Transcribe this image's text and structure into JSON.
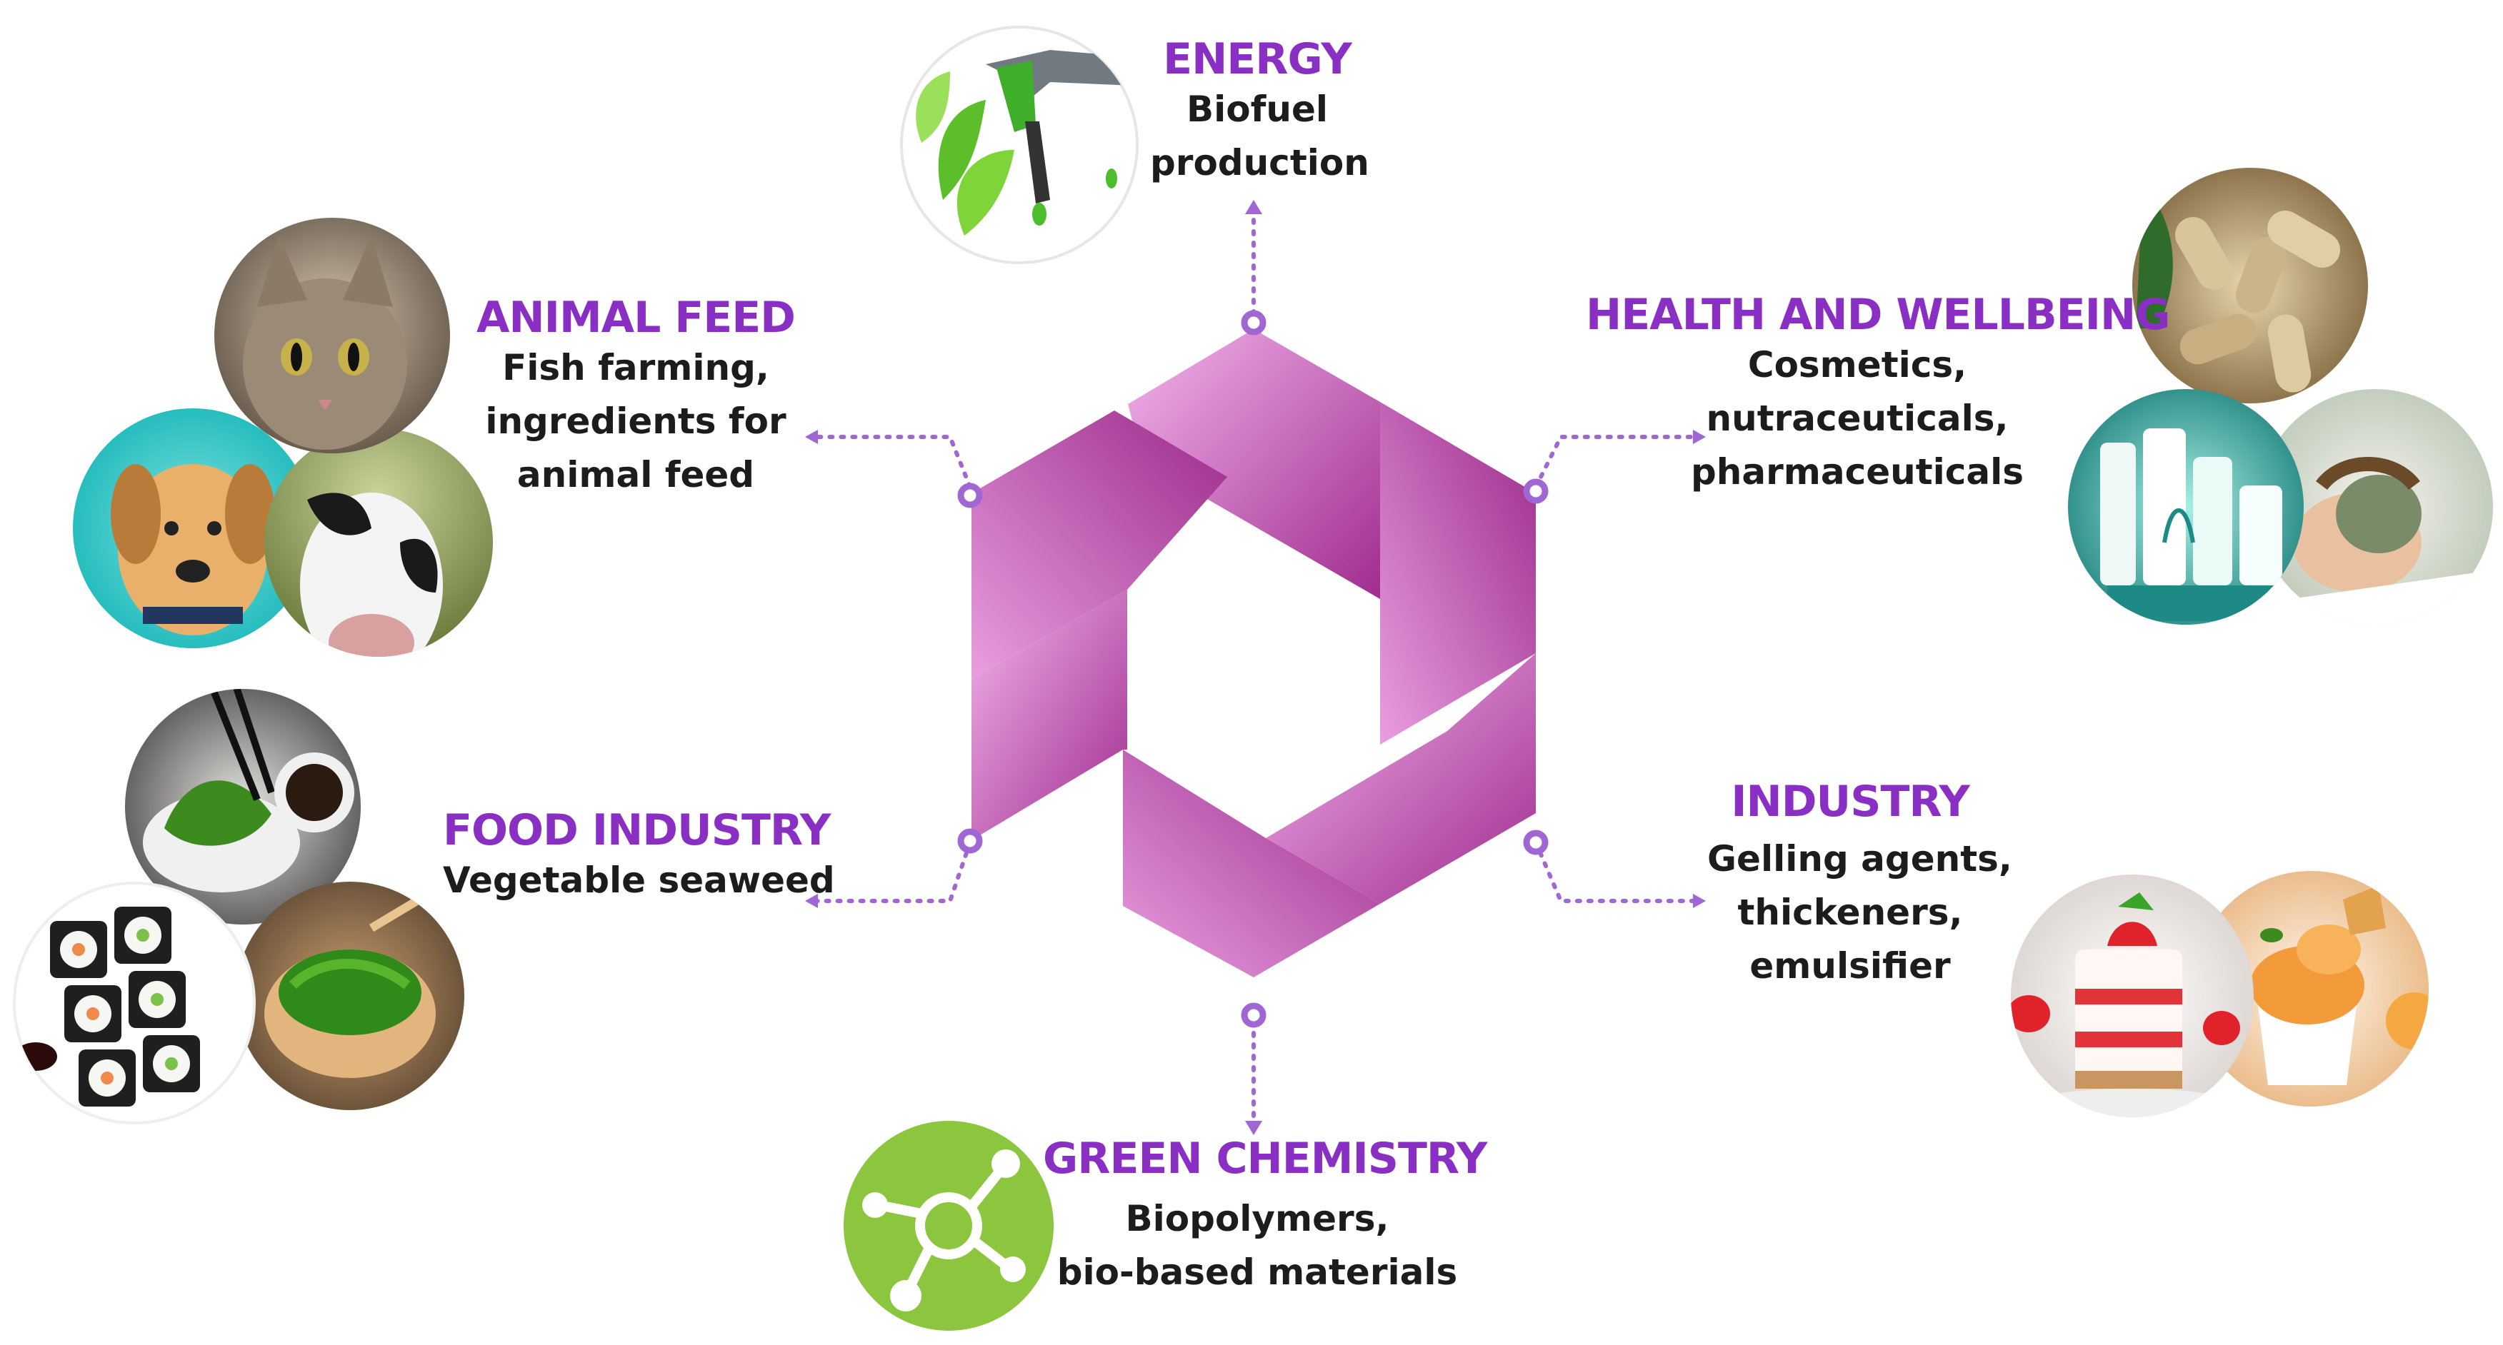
{
  "colors": {
    "accent": "#8a2fc4",
    "hexagon_dark": "#a32d92",
    "hexagon_light": "#f0a8e8",
    "connector": "#a066d4",
    "green_icon": "#8cc63f"
  },
  "center_icon": "hexagon-swirl-logo",
  "sectors": {
    "energy": {
      "title": "ENERGY",
      "lines": [
        "Biofuel",
        "production"
      ],
      "icon": "fuel-nozzle-leaf-icon"
    },
    "animal_feed": {
      "title": "ANIMAL FEED",
      "lines": [
        "Fish farming,",
        "ingredients for",
        "animal feed"
      ],
      "icon": "pets-livestock-icon"
    },
    "health": {
      "title": "HEALTH AND WELLBEING",
      "lines": [
        "Cosmetics,",
        "nutraceuticals,",
        "pharmaceuticals"
      ],
      "icon": "capsules-cosmetics-icon"
    },
    "food": {
      "title": "FOOD INDUSTRY",
      "lines": [
        "Vegetable seaweed"
      ],
      "icon": "sushi-seaweed-icon"
    },
    "industry": {
      "title": "INDUSTRY",
      "lines": [
        "Gelling agents,",
        "thickeners,",
        "emulsifier"
      ],
      "icon": "desserts-icon"
    },
    "green_chemistry": {
      "title": "GREEN CHEMISTRY",
      "lines": [
        "Biopolymers,",
        "bio-based materials"
      ],
      "icon": "molecule-icon"
    }
  }
}
